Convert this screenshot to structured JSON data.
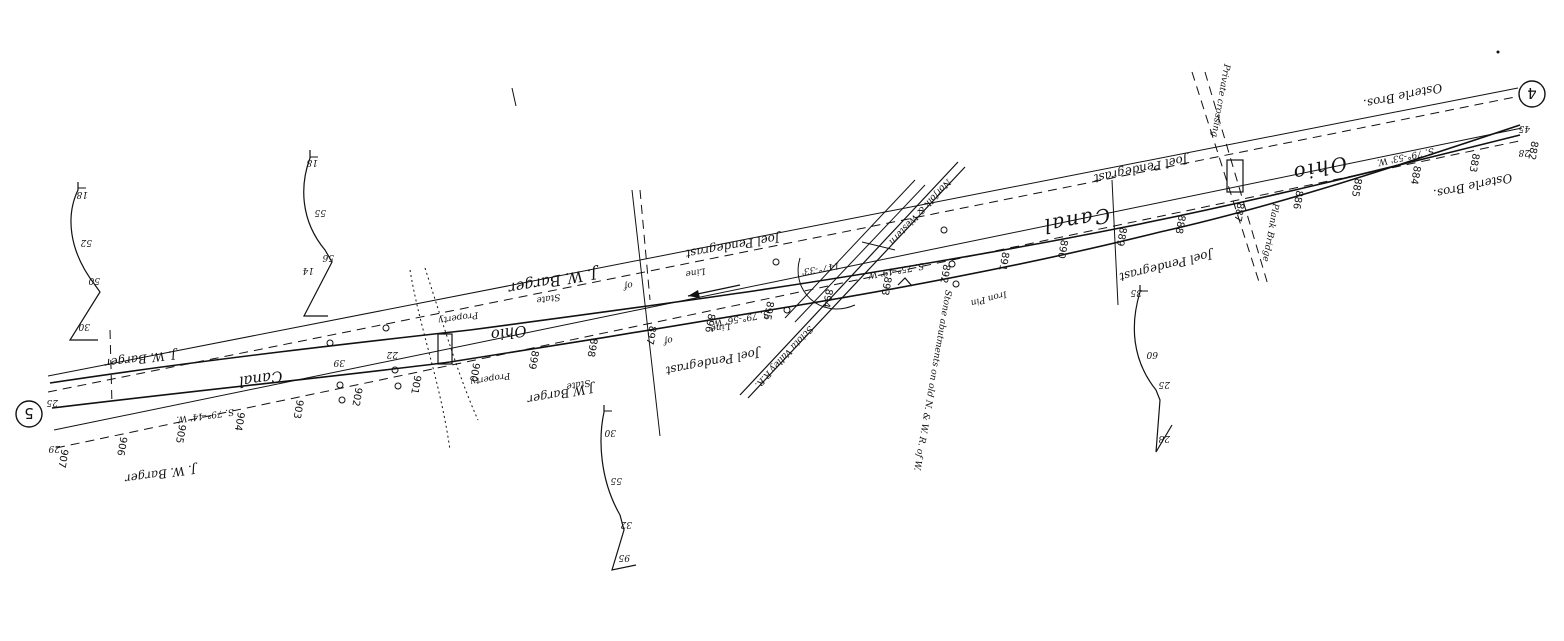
{
  "map": {
    "station_markers": {
      "left": "5",
      "right": "4"
    },
    "waterway": {
      "left_segment": "Canal",
      "center_left": "Ohio",
      "center_right": "Canal",
      "right_segment": "Ohio"
    },
    "owners": {
      "jw_barger_top_left": "J. W. Barger",
      "jw_barger_bottom_left": "J. W. Barger",
      "jw_barger_top_center": "J. W. Barger",
      "jw_barger_bottom_center": "J W Barger",
      "joel_pendegrast_top_center": "Joel Pendegrast",
      "joel_pendegrast_bottom_center": "Joel Pendegrast",
      "joel_pendegrast_top_right": "Joel Pendegrast",
      "joel_pendegrast_bottom_right": "Joel Pendegrast",
      "osterle_top": "Osterle Bros.",
      "osterle_bottom": "Osterle Bros."
    },
    "property_line": {
      "state_top": "State",
      "line_top": "Line",
      "of_top": "of",
      "property_top": "Property",
      "state_bottom": "State",
      "of_bottom": "of",
      "line_bottom": "Line",
      "property_bottom": "Property"
    },
    "railroad": {
      "top": "Norfolk & Western",
      "bottom": "Sciota Valley R.R."
    },
    "notes": {
      "stone_abutments": "Stone abutments on old N. & W. R. of W.",
      "private_crossing": "Private crossing",
      "plank_bridge": "Plank Bridge",
      "iron_pin": "Iron Pin"
    },
    "bearings": {
      "main_left": "S. 79°-44' W.",
      "center": "S. 79°-56' W.",
      "right": "S. 79°-53' W.",
      "right_far": "S. 75°-49' W.",
      "angle": "147°-33'"
    },
    "station_numbers": [
      "907",
      "906",
      "905",
      "904",
      "903",
      "902",
      "901",
      "900",
      "899",
      "898",
      "897",
      "896",
      "895",
      "894",
      "893",
      "892",
      "891",
      "890",
      "889",
      "888",
      "887",
      "886",
      "885",
      "884",
      "883",
      "882"
    ],
    "survey_values": {
      "right_top": "45",
      "right_bottom": "28",
      "left_top": "25",
      "left_bottom": "29",
      "pt_1": "39",
      "pt_2": "22",
      "cs1_top": "18",
      "cs1_mid": "52",
      "cs1_low": "50",
      "cs1_base": "30",
      "cs2_top": "18",
      "cs2_mid": "55",
      "cs2_low": "56",
      "cs2_base": "14",
      "cs3_top": "30",
      "cs3_mid": "55",
      "cs3_low": "95",
      "cs3_base": "32",
      "cs4_top": "35",
      "cs4_mid": "60",
      "cs4_low": "25",
      "cs4_base": "28"
    }
  }
}
